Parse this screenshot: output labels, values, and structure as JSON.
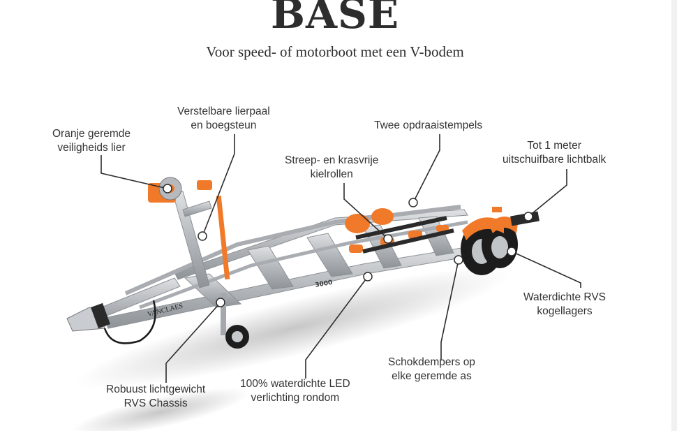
{
  "header": {
    "title": "BASE",
    "subtitle": "Voor speed- of motorboot met een V-bodem"
  },
  "features": [
    {
      "id": "winch",
      "lines": [
        "Oranje geremde",
        "veiligheids lier"
      ]
    },
    {
      "id": "winch-post",
      "lines": [
        "Verstelbare lierpaal",
        "en boegsteun"
      ]
    },
    {
      "id": "stands",
      "lines": [
        "Twee opdraaistempels"
      ]
    },
    {
      "id": "light-bar",
      "lines": [
        "Tot 1 meter",
        "uitschuifbare lichtbalk"
      ]
    },
    {
      "id": "keel-rollers",
      "lines": [
        "Streep- en krasvrije",
        "kielrollen"
      ]
    },
    {
      "id": "bearings",
      "lines": [
        "Waterdichte RVS",
        "kogellagers"
      ]
    },
    {
      "id": "shocks",
      "lines": [
        "Schokdempers op",
        "elke geremde as"
      ]
    },
    {
      "id": "led",
      "lines": [
        "100% waterdichte LED",
        "verlichting rondom"
      ]
    },
    {
      "id": "chassis",
      "lines": [
        "Robuust lichtgewicht",
        "RVS Chassis"
      ]
    }
  ],
  "trailer": {
    "brand": "VANCLAES",
    "model": "3000",
    "frame_color": "#b9bcc0",
    "accent_color": "#f07a2a"
  }
}
